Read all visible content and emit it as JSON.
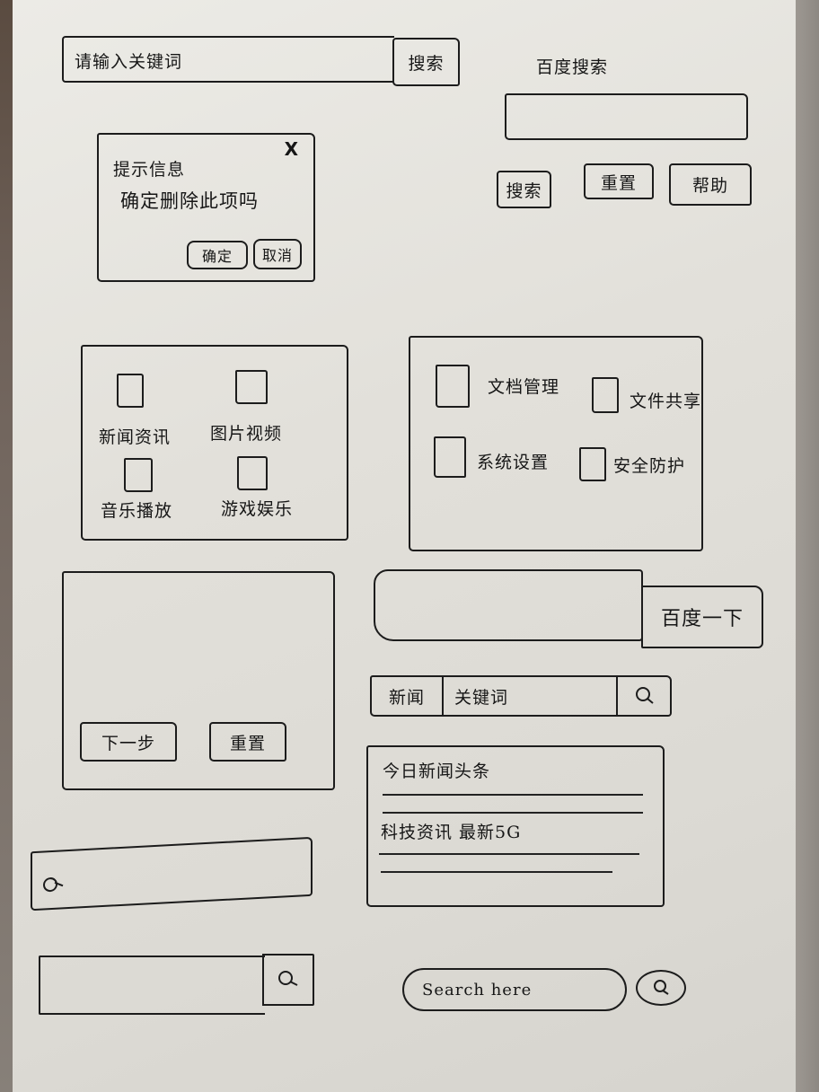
{
  "sketch": {
    "search_bar_top": {
      "placeholder": "请输入关键词",
      "button_label": "搜索"
    },
    "search_form_right": {
      "title": "百度搜索",
      "input_value": "",
      "buttons": [
        {
          "label": "搜索"
        },
        {
          "label": "重置"
        },
        {
          "label": "帮助"
        }
      ]
    },
    "dialog": {
      "title": "提示信息",
      "message": "确定删除此项吗",
      "close_label": "X",
      "buttons": [
        {
          "label": "确定"
        },
        {
          "label": "取消"
        }
      ]
    },
    "checkbox_grid_left": {
      "items": [
        {
          "label": "新闻资讯",
          "checked": false
        },
        {
          "label": "图片视频",
          "checked": false
        },
        {
          "label": "音乐播放",
          "checked": false
        },
        {
          "label": "游戏娱乐",
          "checked": false
        }
      ]
    },
    "checkbox_grid_right": {
      "items": [
        {
          "label": "文档管理",
          "checked": false
        },
        {
          "label": "文件共享",
          "checked": false
        },
        {
          "label": "系统设置",
          "checked": false
        },
        {
          "label": "安全防护",
          "checked": false
        }
      ]
    },
    "form_panel": {
      "buttons": [
        {
          "label": "下一步"
        },
        {
          "label": "重置"
        }
      ]
    },
    "baidu_search": {
      "input_value": "",
      "button_label": "百度一下"
    },
    "category_search": {
      "category_label": "新闻",
      "input_value": "关键词",
      "icon": "search-icon"
    },
    "results_list": {
      "items": [
        {
          "title": "今日新闻头条"
        },
        {
          "title": "科技资讯 最新5G"
        }
      ]
    },
    "search_bar_icon_left": {
      "icon": "search-icon",
      "input_value": ""
    },
    "search_bar_icon_right": {
      "icon": "search-icon",
      "input_value": ""
    },
    "pill_search": {
      "placeholder": "Search here",
      "icon": "search-icon"
    }
  }
}
